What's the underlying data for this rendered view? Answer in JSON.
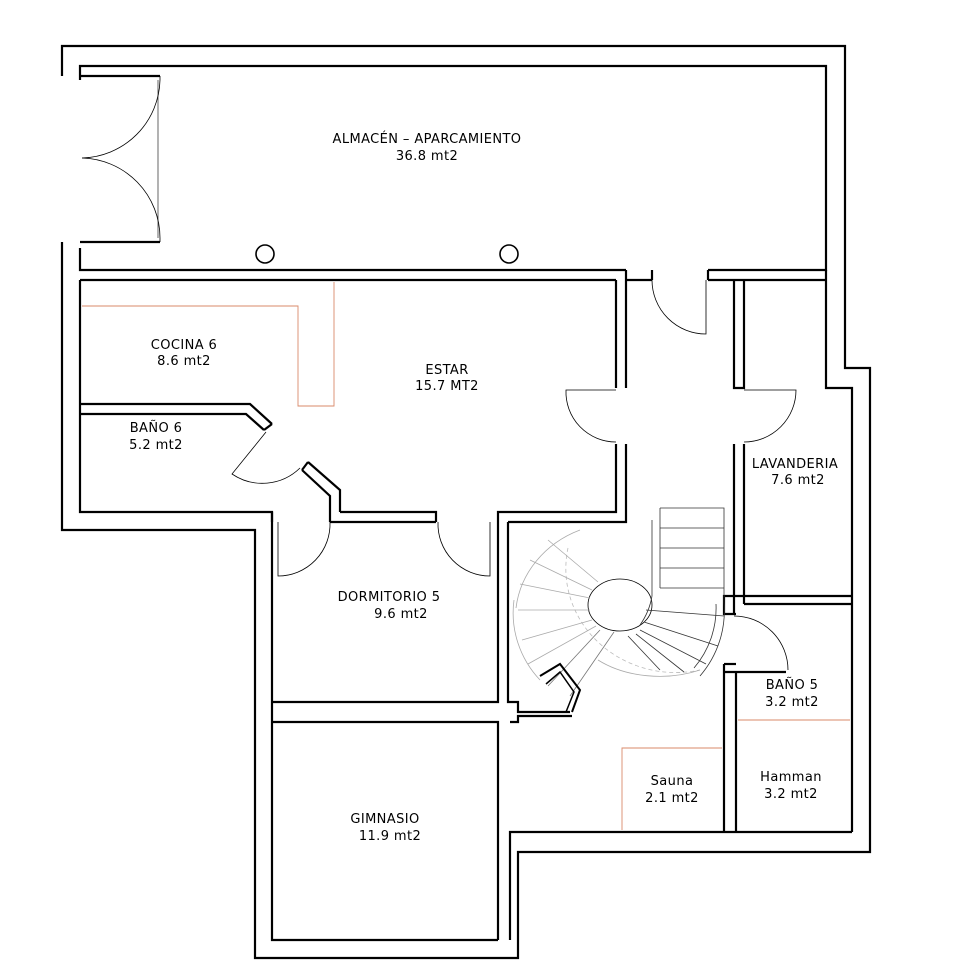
{
  "colors": {
    "wall": "#000000",
    "fixture": "#d98a6a",
    "stair": "#9a9a9a",
    "background": "#ffffff"
  },
  "rooms": [
    {
      "id": "almacen",
      "name": "ALMACÉN – APARCAMIENTO",
      "area": "36.8 mt2"
    },
    {
      "id": "cocina",
      "name": "COCINA 6",
      "area": "8.6 mt2"
    },
    {
      "id": "estar",
      "name": "ESTAR",
      "area": "15.7 MT2"
    },
    {
      "id": "bano6",
      "name": "BAÑO 6",
      "area": "5.2 mt2"
    },
    {
      "id": "lavanderia",
      "name": "LAVANDERIA",
      "area": "7.6 mt2"
    },
    {
      "id": "dormitorio",
      "name": "DORMITORIO 5",
      "area": "9.6 mt2"
    },
    {
      "id": "bano5",
      "name": "BAÑO 5",
      "area": "3.2 mt2"
    },
    {
      "id": "sauna",
      "name": "Sauna",
      "area": "2.1 mt2"
    },
    {
      "id": "hamman",
      "name": "Hamman",
      "area": "3.2 mt2"
    },
    {
      "id": "gimnasio",
      "name": "GIMNASIO",
      "area": "11.9 mt2"
    }
  ]
}
